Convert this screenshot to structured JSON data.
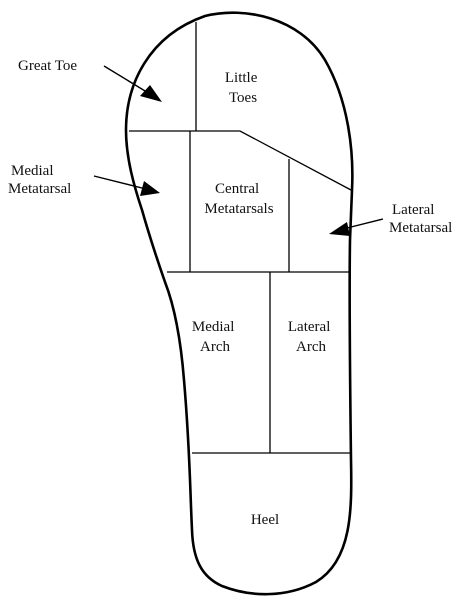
{
  "regions": {
    "great_toe": "Great Toe",
    "little_toes": [
      "Little",
      "Toes"
    ],
    "medial_metatarsal": [
      "Medial",
      "Metatarsal"
    ],
    "central_metatarsals": [
      "Central",
      "Metatarsals"
    ],
    "lateral_metatarsal": [
      "Lateral",
      "Metatarsal"
    ],
    "medial_arch": [
      "Medial",
      "Arch"
    ],
    "lateral_arch": [
      "Lateral",
      "Arch"
    ],
    "heel": "Heel"
  },
  "colors": {
    "line": "#000000",
    "text": "#111111",
    "background": "#ffffff"
  }
}
